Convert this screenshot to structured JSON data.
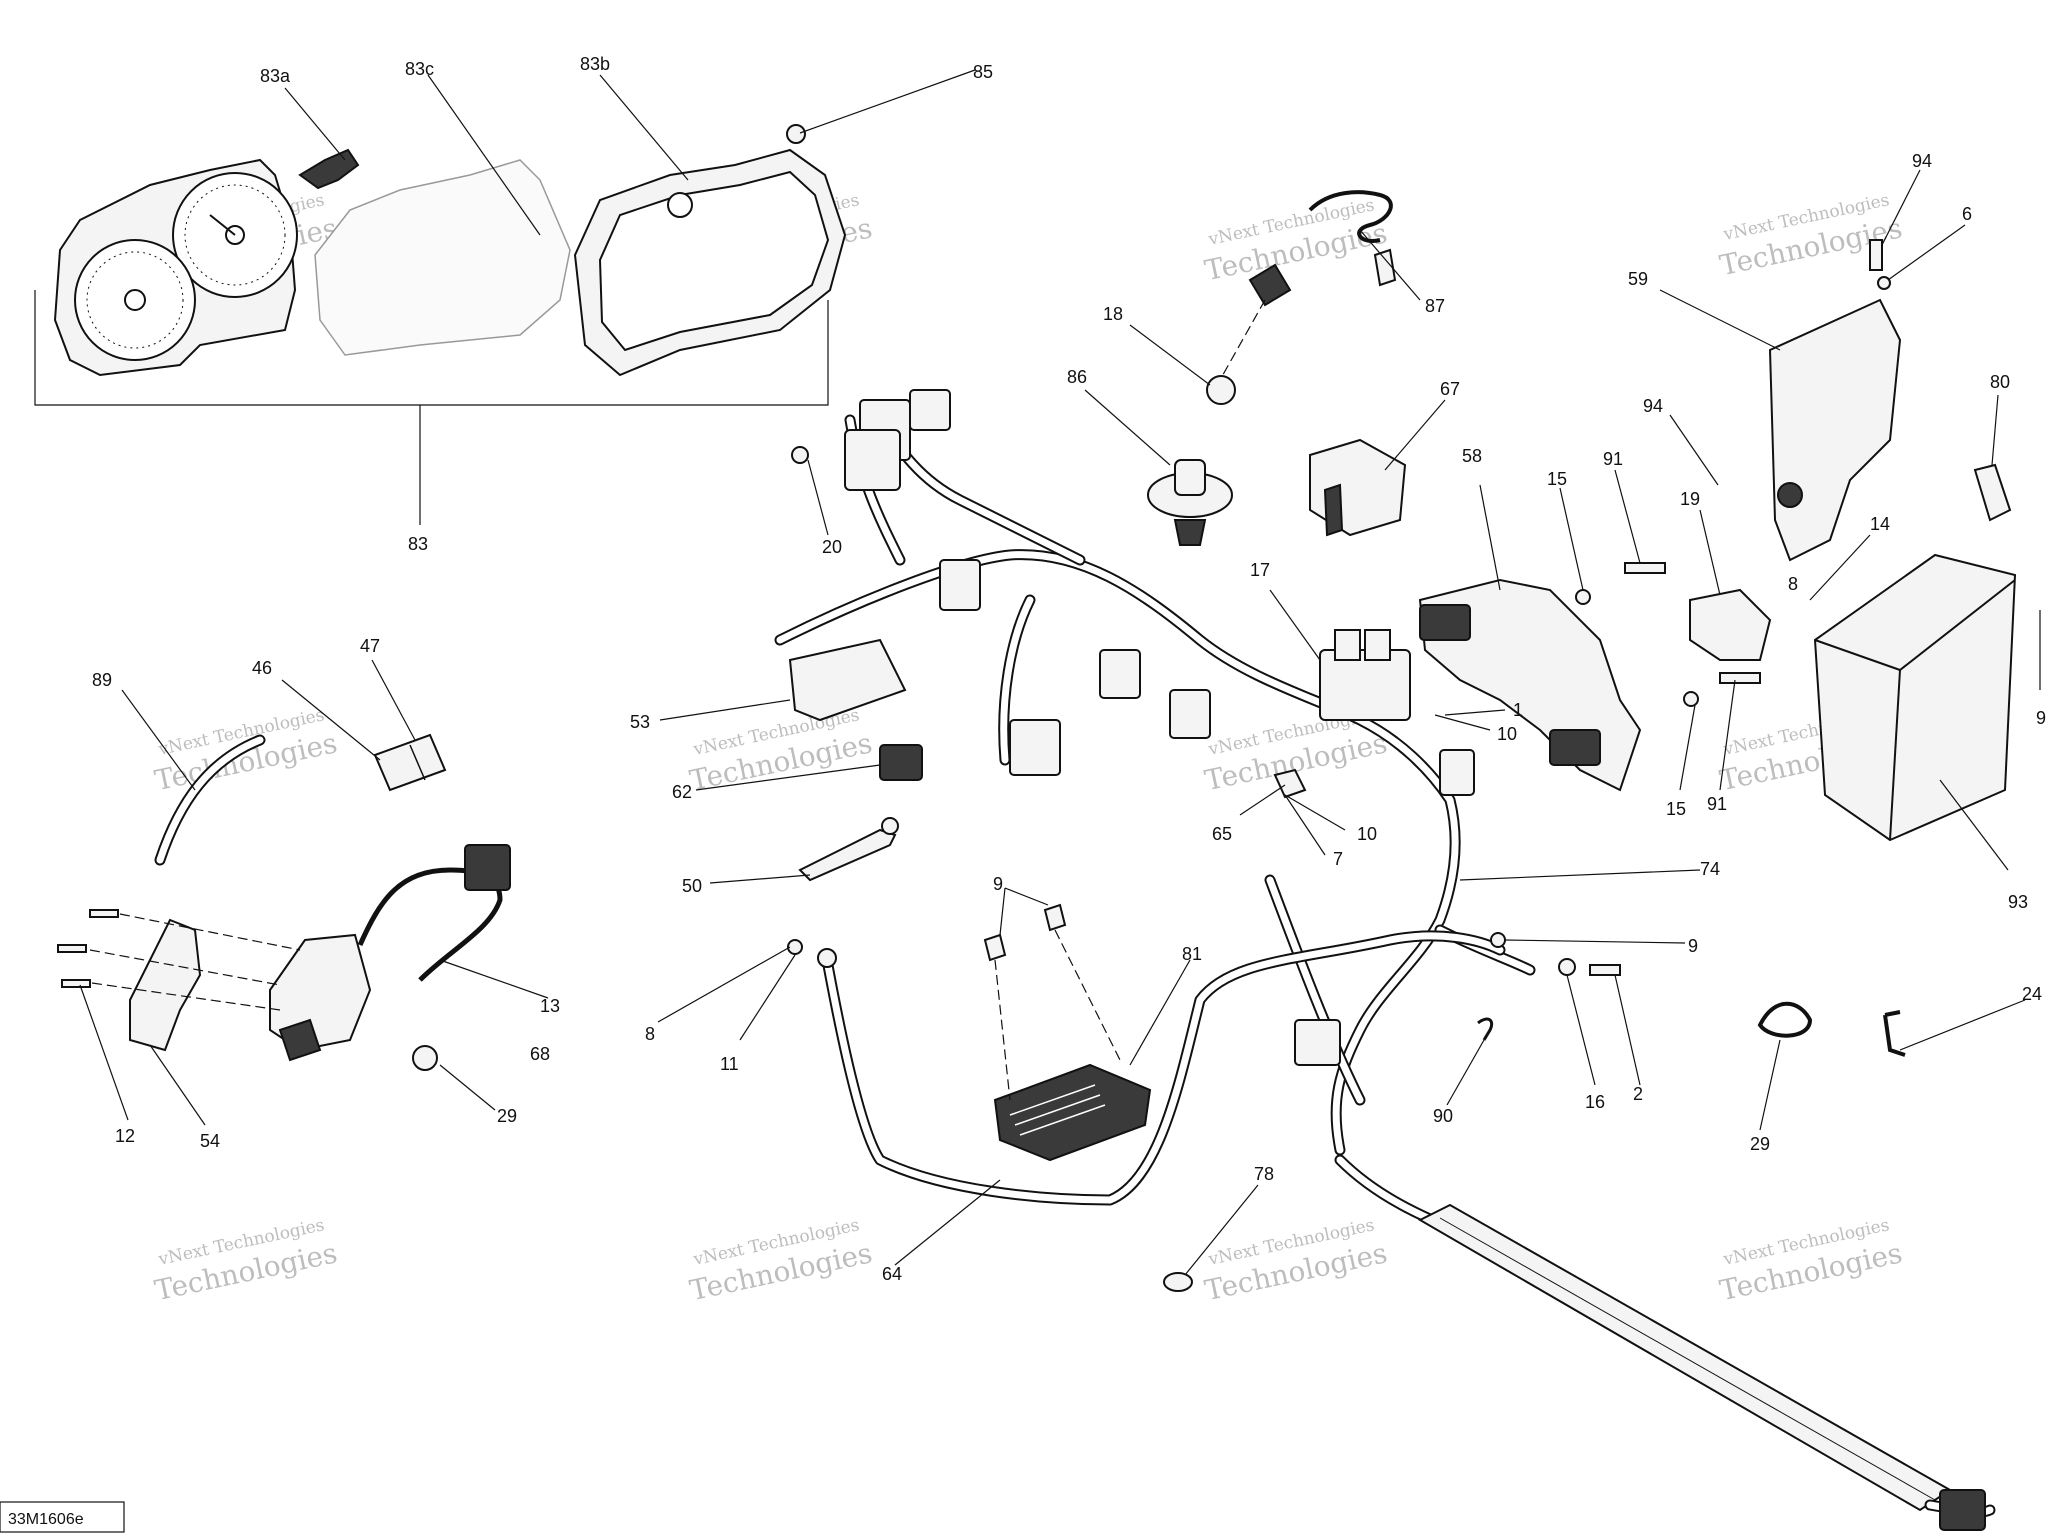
{
  "diagram_code": "33M1606e",
  "watermark": {
    "line1": "vNext Technologies",
    "line2": "Technologies"
  },
  "labels": {
    "l83a": "83a",
    "l83c": "83c",
    "l83b": "83b",
    "l85": "85",
    "l83": "83",
    "l87": "87",
    "l18": "18",
    "l86": "86",
    "l67": "67",
    "l20": "20",
    "l94a": "94",
    "l6": "6",
    "l59": "59",
    "l94b": "94",
    "l80": "80",
    "l58": "58",
    "l15a": "15",
    "l91a": "91",
    "l19": "19",
    "l14": "14",
    "l8a": "8",
    "l17": "17",
    "l1": "1",
    "l10a": "10",
    "l53": "53",
    "l89": "89",
    "l46": "46",
    "l47": "47",
    "l62": "62",
    "l65": "65",
    "l7": "7",
    "l10b": "10",
    "l15b": "15",
    "l91b": "91",
    "l93": "93",
    "l9a": "9",
    "l50": "50",
    "l74": "74",
    "l81": "81",
    "l8b": "8",
    "l11": "11",
    "l9b": "9",
    "l2": "2",
    "l16": "16",
    "l90": "90",
    "l24": "24",
    "l29a": "29",
    "l13": "13",
    "l68": "68",
    "l29b": "29",
    "l12": "12",
    "l54": "54",
    "l64": "64",
    "l78": "78",
    "l9c": "9"
  }
}
